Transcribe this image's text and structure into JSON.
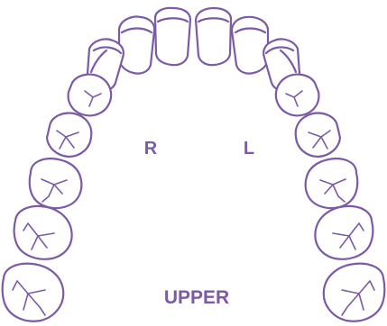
{
  "diagram": {
    "side_right_label": "R",
    "side_left_label": "L",
    "arch_label": "UPPER",
    "outline_color": "#7b5aa6"
  }
}
